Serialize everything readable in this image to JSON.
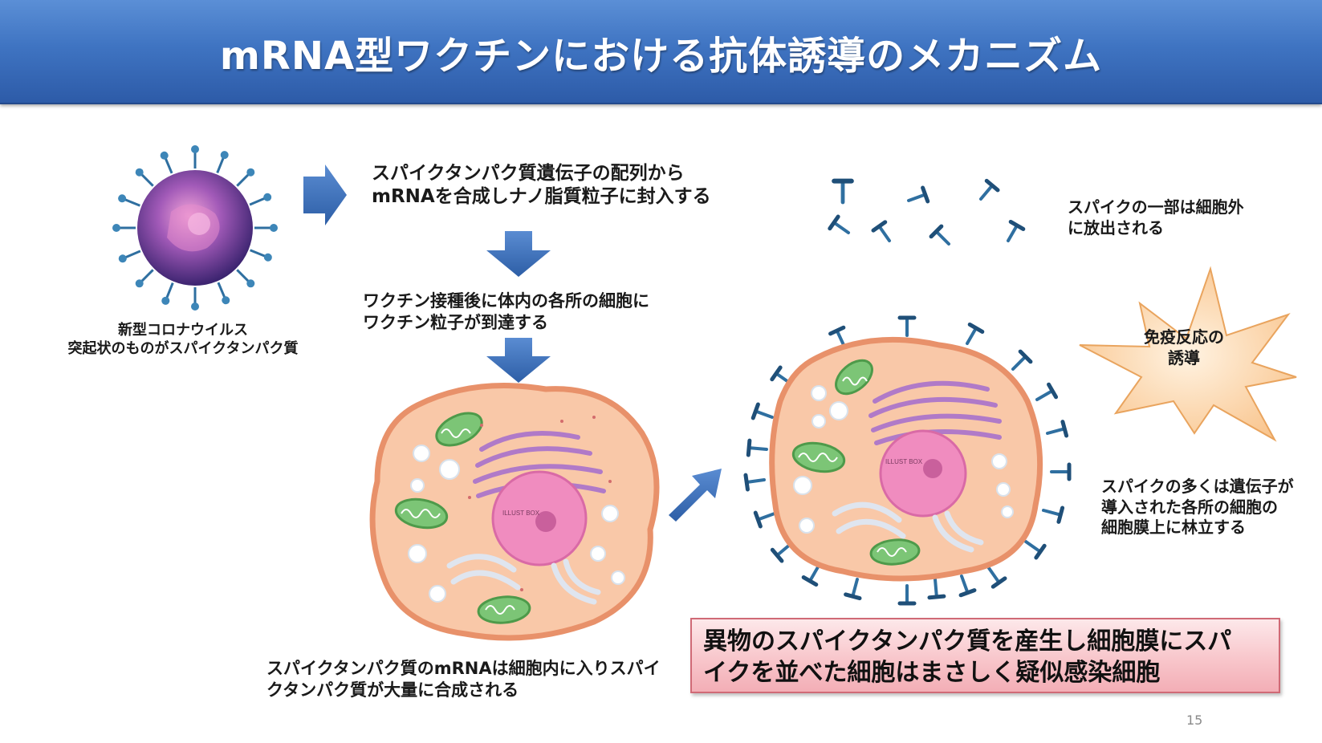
{
  "title": "mRNA型ワクチンにおける抗体誘導のメカニズム",
  "virus_caption": {
    "line1": "新型コロナウイルス",
    "line2": "突起状のものがスパイクタンパク質"
  },
  "step1": {
    "line1": "スパイクタンパク質遺伝子の配列から",
    "line2": "mRNAを合成しナノ脂質粒子に封入する"
  },
  "step2": {
    "line1": "ワクチン接種後に体内の各所の細胞に",
    "line2": "ワクチン粒子が到達する"
  },
  "step3": {
    "line1": "スパイクタンパク質のmRNAは細胞内に入りスパイ",
    "line2": "クタンパク質が大量に合成される"
  },
  "released": {
    "line1": "スパイクの一部は細胞外",
    "line2": "に放出される"
  },
  "immune_burst": {
    "line1": "免疫反応の",
    "line2": "誘導"
  },
  "membrane": {
    "line1": "スパイクの多くは遺伝子が",
    "line2": "導入された各所の細胞の",
    "line3": "細胞膜上に林立する"
  },
  "callout": {
    "line1": "異物のスパイクタンパク質を産生し細胞膜にスパ",
    "line2": "イクを並べた細胞はまさしく疑似感染細胞"
  },
  "nucleus_label": "ILLUST BOX",
  "page_number": "15",
  "colors": {
    "title_bar": "#3f74c2",
    "arrow": "#3f6fb5",
    "cell_fill": "#f9c8a8",
    "cell_border": "#e8916a",
    "nucleus": "#f08cbf",
    "mitochondria": "#7cc576",
    "golgi": "#b07ac8",
    "spike": "#2f6fa0",
    "virus": "#8a4fa8",
    "burst_fill": "#fcd9ae",
    "callout_fill": "#f8c6cb"
  }
}
